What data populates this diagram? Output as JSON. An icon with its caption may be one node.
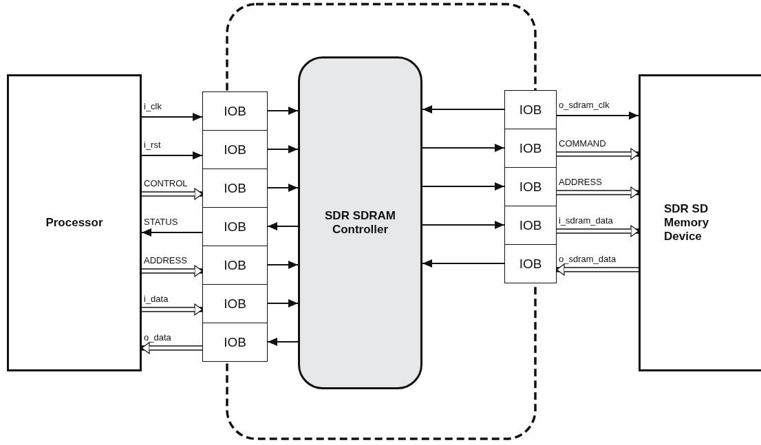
{
  "diagram": {
    "nodes": [
      {
        "text": [
          "Processor"
        ]
      },
      {
        "text": [
          "SDR SDRAM Controller"
        ]
      },
      {
        "text": [
          "SDR SD Memory Device"
        ]
      },
      {
        "text": [
          "IOB"
        ]
      },
      {
        "text": [
          "IOB"
        ]
      },
      {
        "text": [
          "IOB"
        ]
      },
      {
        "text": [
          "IOB"
        ]
      },
      {
        "text": [
          "IOB"
        ]
      },
      {
        "text": [
          "IOB"
        ]
      },
      {
        "text": [
          "IOB"
        ]
      },
      {
        "text": [
          "IOB"
        ]
      },
      {
        "text": [
          "IOB"
        ]
      },
      {
        "text": [
          "IOB"
        ]
      },
      {
        "text": [
          "IOB"
        ]
      },
      {
        "text": [
          "IOB"
        ]
      }
    ],
    "edges": [
      {
        "from": 0,
        "to": 3,
        "arrow": "to",
        "label": "i_clk"
      },
      {
        "from": 0,
        "to": 4,
        "arrow": "to",
        "label": "i_rst"
      },
      {
        "from": 0,
        "to": 5,
        "arrow": "to",
        "label": "CONTROL",
        "style": "thick"
      },
      {
        "from": 6,
        "to": 0,
        "arrow": "to",
        "label": "STATUS"
      },
      {
        "from": 0,
        "to": 7,
        "arrow": "to",
        "label": "ADDRESS",
        "style": "thick"
      },
      {
        "from": 0,
        "to": 8,
        "arrow": "to",
        "label": "i_data",
        "style": "thick"
      },
      {
        "from": 9,
        "to": 0,
        "arrow": "to",
        "label": "o_data",
        "style": "thick"
      },
      {
        "from": 3,
        "to": 1,
        "arrow": "to"
      },
      {
        "from": 4,
        "to": 1,
        "arrow": "to"
      },
      {
        "from": 5,
        "to": 1,
        "arrow": "to"
      },
      {
        "from": 1,
        "to": 6,
        "arrow": "to"
      },
      {
        "from": 7,
        "to": 1,
        "arrow": "to"
      },
      {
        "from": 8,
        "to": 1,
        "arrow": "to"
      },
      {
        "from": 1,
        "to": 9,
        "arrow": "to"
      },
      {
        "from": 10,
        "to": 1,
        "arrow": "to"
      },
      {
        "from": 1,
        "to": 11,
        "arrow": "to"
      },
      {
        "from": 1,
        "to": 12,
        "arrow": "to"
      },
      {
        "from": 1,
        "to": 13,
        "arrow": "to"
      },
      {
        "from": 14,
        "to": 1,
        "arrow": "to"
      },
      {
        "from": 10,
        "to": 2,
        "arrow": "to",
        "label": "o_sdram_clk"
      },
      {
        "from": 11,
        "to": 2,
        "arrow": "to",
        "label": "COMMAND",
        "style": "thick"
      },
      {
        "from": 12,
        "to": 2,
        "arrow": "to",
        "label": "ADDRESS",
        "style": "thick"
      },
      {
        "from": 13,
        "to": 2,
        "arrow": "to",
        "label": "i_sdram_data",
        "style": "thick"
      },
      {
        "from": 2,
        "to": 14,
        "arrow": "to",
        "label": "o_sdram_data",
        "style": "thick"
      }
    ]
  }
}
